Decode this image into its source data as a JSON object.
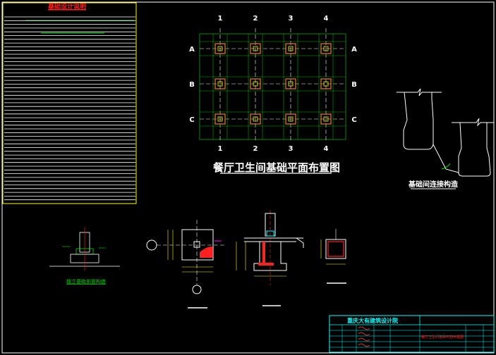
{
  "notes_panel": {
    "title": "基础设计说明"
  },
  "plan": {
    "title": "餐厅卫生间基础平面布置图",
    "col_labels": [
      "1",
      "2",
      "3",
      "4"
    ],
    "row_labels": [
      "A",
      "B",
      "C"
    ]
  },
  "joint_detail": {
    "caption": "基础间连接构造"
  },
  "footing_section": {
    "caption": "独立基础剖面构造"
  },
  "title_block": {
    "company": "重庆大有建筑设计院",
    "drawing_name": "餐厅卫生间基础平面布置图"
  },
  "colors": {
    "background": "#000000",
    "line": "#ffffff",
    "accent_red": "#ff2020",
    "accent_green": "#00e000",
    "accent_cyan": "#00ffff",
    "accent_yellow": "#ffff00",
    "accent_orange": "#d2691e"
  }
}
